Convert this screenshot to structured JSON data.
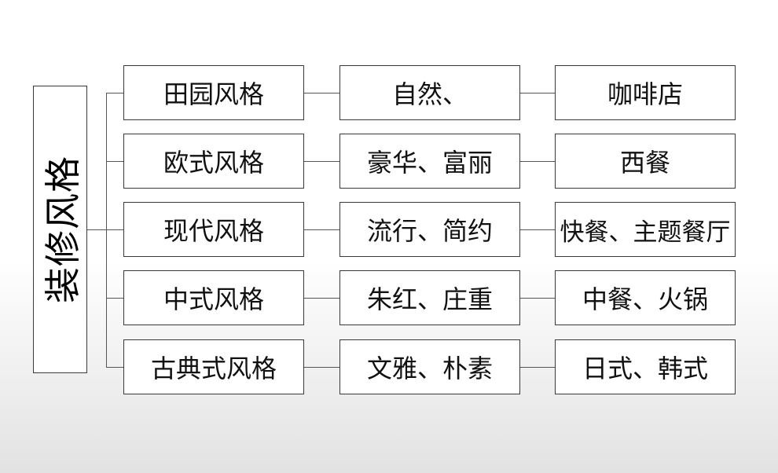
{
  "root": {
    "label": "装修风格"
  },
  "rows": [
    {
      "style": "田园风格",
      "traits": "自然、",
      "venues": "咖啡店"
    },
    {
      "style": "欧式风格",
      "traits": "豪华、富丽",
      "venues": "西餐"
    },
    {
      "style": "现代风格",
      "traits": "流行、简约",
      "venues": "快餐、主题餐厅"
    },
    {
      "style": "中式风格",
      "traits": "朱红、庄重",
      "venues": "中餐、火锅"
    },
    {
      "style": "古典式风格",
      "traits": "文雅、朴素",
      "venues": "日式、韩式"
    }
  ]
}
